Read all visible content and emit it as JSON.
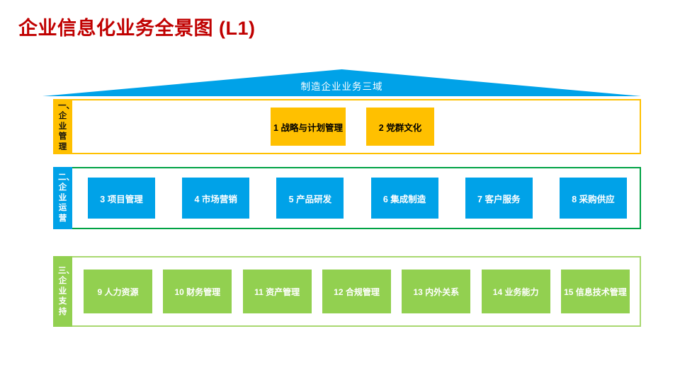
{
  "page": {
    "title": "企业信息化业务全景图 (L1)",
    "title_color": "#C00000",
    "background": "#FFFFFF"
  },
  "roof": {
    "label": "制造企业业务三域",
    "color": "#00A2E8",
    "text_color": "#FFFFFF"
  },
  "bands": [
    {
      "id": "band-1",
      "tab_label": "一、企业管理",
      "tab_color": "#FFC000",
      "border_color": "#FFC000",
      "cell_color": "#FFC000",
      "cell_text_color": "#000000",
      "cells": [
        {
          "label": "1 战略与计划管理"
        },
        {
          "label": "2 党群文化"
        }
      ]
    },
    {
      "id": "band-2",
      "tab_label": "二、企业运营",
      "tab_color": "#00A2E8",
      "border_color": "#00A244",
      "cell_color": "#00A2E8",
      "cell_text_color": "#FFFFFF",
      "cells": [
        {
          "label": "3 项目管理"
        },
        {
          "label": "4 市场营销"
        },
        {
          "label": "5 产品研发"
        },
        {
          "label": "6 集成制造"
        },
        {
          "label": "7 客户服务"
        },
        {
          "label": "8 采购供应"
        }
      ]
    },
    {
      "id": "band-3",
      "tab_label": "三、企业支持",
      "tab_color": "#92D050",
      "border_color": "#A9D870",
      "cell_color": "#92D050",
      "cell_text_color": "#FFFFFF",
      "cells": [
        {
          "label": "9 人力资源"
        },
        {
          "label": "10 财务管理"
        },
        {
          "label": "11 资产管理"
        },
        {
          "label": "12 合规管理"
        },
        {
          "label": "13 内外关系"
        },
        {
          "label": "14 业务能力"
        },
        {
          "label": "15 信息技术管理"
        }
      ]
    }
  ]
}
